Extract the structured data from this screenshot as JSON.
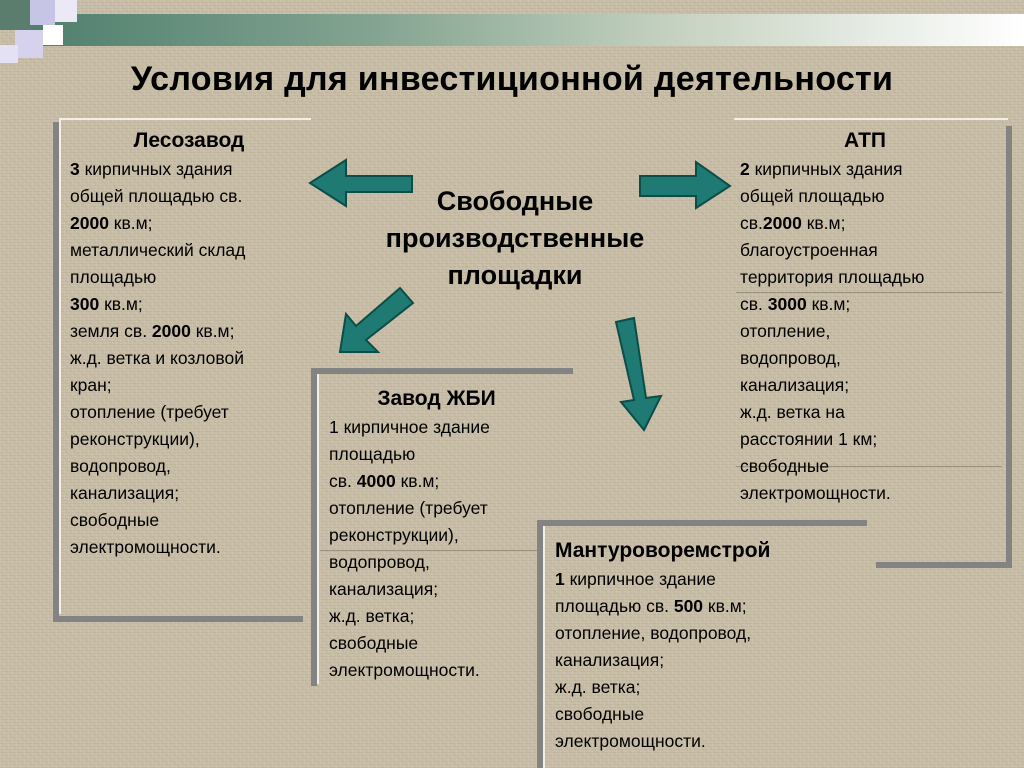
{
  "title": "Условия для инвестиционной деятельности",
  "center": {
    "line1": "Свободные",
    "line2": "производственные",
    "line3": "площадки"
  },
  "lesozavod": {
    "heading": "Лесозавод",
    "l1_num": "3",
    "l1_text": " кирпичных здания",
    "l2": "общей площадью св.",
    "l3_num": "2000",
    "l3_text": " кв.м;",
    "l4": "металлический склад",
    "l5": "площадью",
    "l6_num": "300",
    "l6_text": " кв.м;",
    "l7_text": "земля св. ",
    "l7_num": "2000",
    "l7_tail": " кв.м;",
    "l8": "ж.д. ветка и козловой",
    "l9": "кран;",
    "l10": "отопление (требует",
    "l11": "реконструкции),",
    "l12": "водопровод,",
    "l13": "канализация;",
    "l14": "свободные",
    "l15": "электромощности."
  },
  "atp": {
    "heading": "АТП",
    "l1_num": "2",
    "l1_text": " кирпичных здания",
    "l2": "общей площадью",
    "l3_text": "св.",
    "l3_num": "2000",
    "l3_tail": " кв.м;",
    "l4": "благоустроенная",
    "l5": "территория площадью",
    "l6_text": "св. ",
    "l6_num": "3000",
    "l6_tail": " кв.м;",
    "l7": "отопление,",
    "l8": "водопровод,",
    "l9": "канализация;",
    "l10": "ж.д. ветка на",
    "l11": "расстоянии 1 км;",
    "l12": "свободные",
    "l13": "электромощности."
  },
  "zhbi": {
    "heading": "Завод ЖБИ",
    "l1": "1 кирпичное здание",
    "l2": "площадью",
    "l3_text": "св. ",
    "l3_num": "4000",
    "l3_tail": " кв.м;",
    "l4": "отопление (требует",
    "l5": "реконструкции),",
    "l6": "водопровод,",
    "l7": "канализация;",
    "l8": "ж.д. ветка;",
    "l9": "свободные",
    "l10": "электромощности."
  },
  "manturovo": {
    "heading": "Мантуроворемстрой",
    "l1_num": "1",
    "l1_text": " кирпичное здание",
    "l2_text": "площадью св. ",
    "l2_num": "500",
    "l2_tail": " кв.м;",
    "l3": "отопление, водопровод,",
    "l4": "канализация;",
    "l5": "ж.д. ветка;",
    "l6": "свободные",
    "l7": "электромощности."
  },
  "colors": {
    "arrow_fill": "#1f7a73",
    "arrow_stroke": "#0d4d48",
    "frame": "#838383",
    "background": "#c9bea7"
  }
}
